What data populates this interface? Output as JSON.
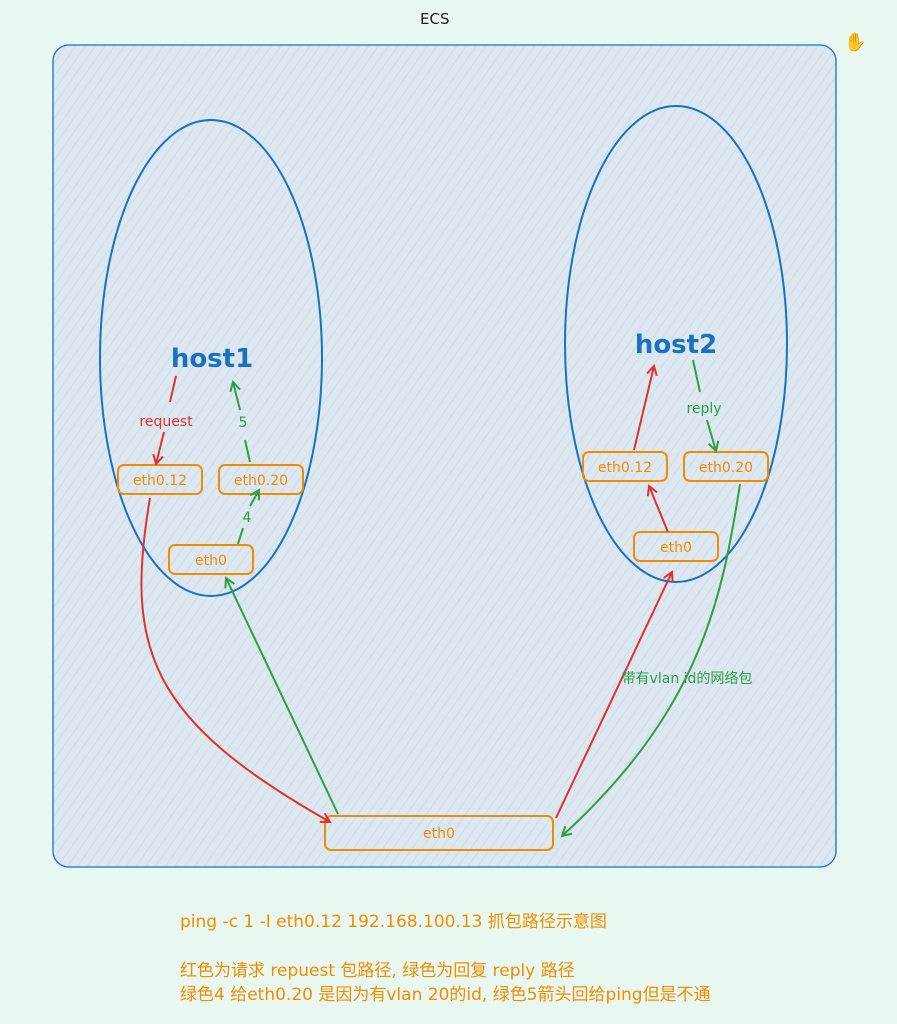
{
  "frame": {
    "title": "ECS"
  },
  "hosts": [
    {
      "label": "host1"
    },
    {
      "label": "host2"
    }
  ],
  "interfaces": {
    "host1_eth012": "eth0.12",
    "host1_eth020": "eth0.20",
    "host1_eth0": "eth0",
    "host2_eth012": "eth0.12",
    "host2_eth020": "eth0.20",
    "host2_eth0": "eth0",
    "ecs_eth0": "eth0"
  },
  "arrow_labels": {
    "request": "request",
    "step5": "5",
    "step4": "4",
    "reply": "reply",
    "vlan_packet": "带有vlan id的网络包"
  },
  "captions": {
    "line1": "ping -c 1 -I eth0.12 192.168.100.13 抓包路径示意图",
    "line2": "红色为请求 repuest 包路径, 绿色为回复 reply 路径",
    "line3": "绿色4 给eth0.20 是因为有vlan 20的id, 绿色5箭头回给ping但是不通"
  },
  "colors": {
    "frame_stroke": "#1971c2",
    "frame_fill": "#dde7f0",
    "host_label": "#1971c2",
    "interface_stroke": "#f08c00",
    "interface_text": "#f08c00",
    "request_red": "#e03131",
    "reply_green": "#2f9e44",
    "caption": "#f08c00"
  },
  "icons": {
    "hand": "hand-icon"
  }
}
